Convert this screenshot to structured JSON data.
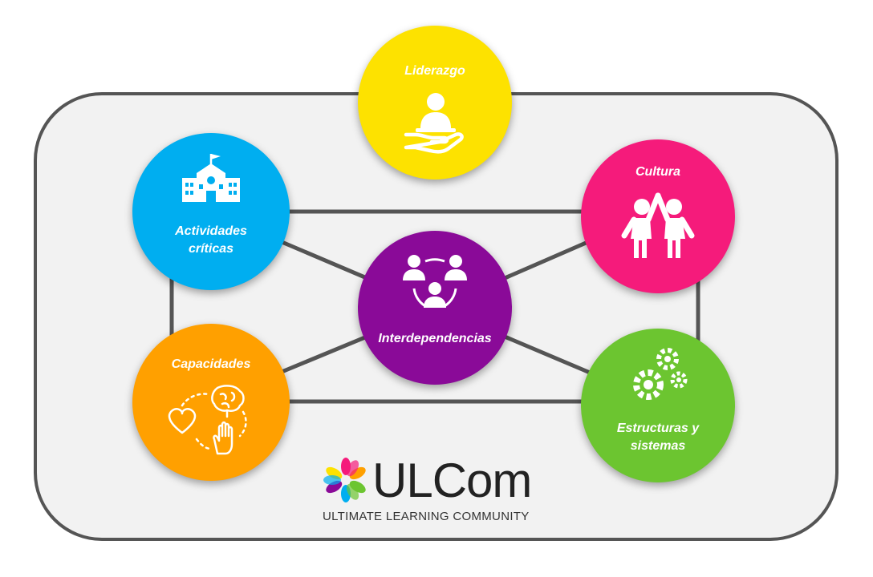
{
  "nodes": {
    "liderazgo": {
      "label": "Liderazgo",
      "color": "#fde200",
      "icon": "leader-hand-icon"
    },
    "actividades": {
      "label": "Actividades\ncríticas",
      "color": "#00aef0",
      "icon": "school-building-icon"
    },
    "cultura": {
      "label": "Cultura",
      "color": "#f51b7b",
      "icon": "high-five-icon"
    },
    "interdependencias": {
      "label": "Interdependencias",
      "color": "#8a0a98",
      "icon": "people-cycle-icon"
    },
    "capacidades": {
      "label": "Capacidades",
      "color": "#ffa000",
      "icon": "heart-brain-hand-icon"
    },
    "estructuras": {
      "label": "Estructuras y\nsistemas",
      "color": "#6cc530",
      "icon": "gears-icon"
    }
  },
  "logo": {
    "name": "ULCom",
    "tagline": "ULTIMATE LEARNING COMMUNITY",
    "colors": [
      "#f51b7b",
      "#ffa000",
      "#6cc530",
      "#00aef0",
      "#8a0a98",
      "#fde200"
    ]
  },
  "frame": {
    "fill": "#f2f2f2",
    "stroke": "#555555"
  },
  "link_color": "#555555"
}
